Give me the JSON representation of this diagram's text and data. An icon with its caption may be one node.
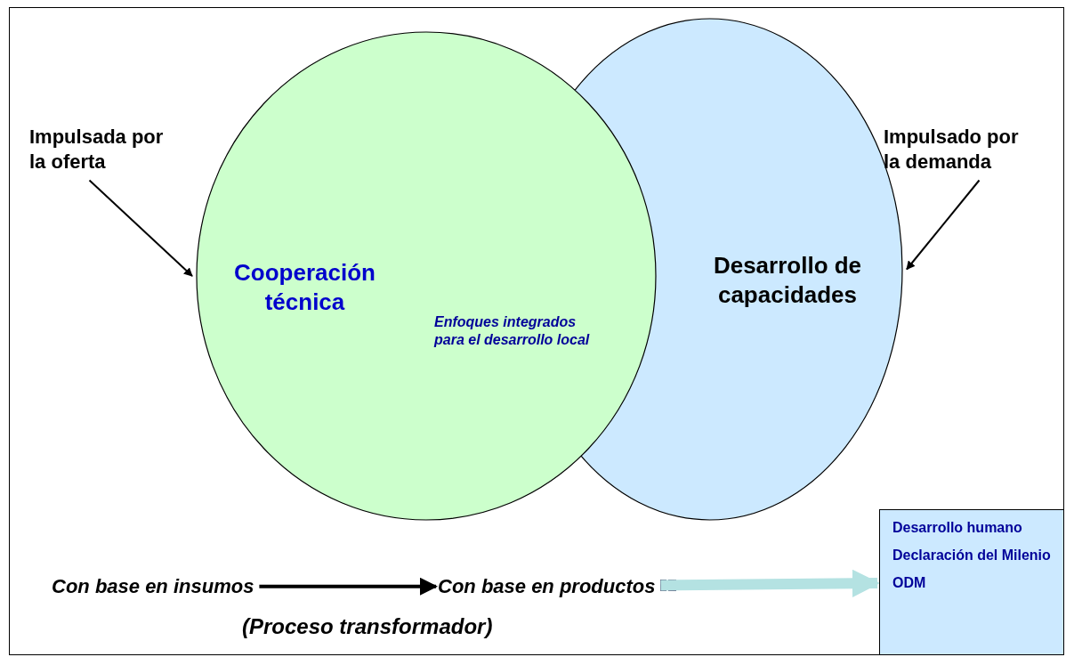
{
  "diagram": {
    "nodes": [
      {
        "text": [
          "Cooperación técnica"
        ]
      },
      {
        "text": [
          "Desarrollo de capacidades"
        ]
      },
      {
        "text": [
          "Enfoques integrados para el desarrollo local"
        ],
        "in": 0
      },
      {
        "text": [
          "Impulsada por la oferta"
        ]
      },
      {
        "text": [
          "Impulsado por la demanda"
        ]
      },
      {
        "text": [
          "Con base en insumos"
        ]
      },
      {
        "text": [
          "Con base en productos"
        ]
      },
      {
        "text": [
          "Desarrollo humano",
          "Declaración del Milenio",
          "ODM"
        ]
      }
    ],
    "edges": [
      {
        "from": 3,
        "to": 0,
        "arrow": "to"
      },
      {
        "from": 4,
        "to": 1,
        "arrow": "to"
      },
      {
        "from": 5,
        "to": 6,
        "arrow": "to",
        "style": "thick"
      },
      {
        "from": 6,
        "to": 7,
        "arrow": "to",
        "style": "thick",
        "color": "#b4e2e2"
      }
    ],
    "labels": [
      "(Proceso transformador)"
    ]
  }
}
